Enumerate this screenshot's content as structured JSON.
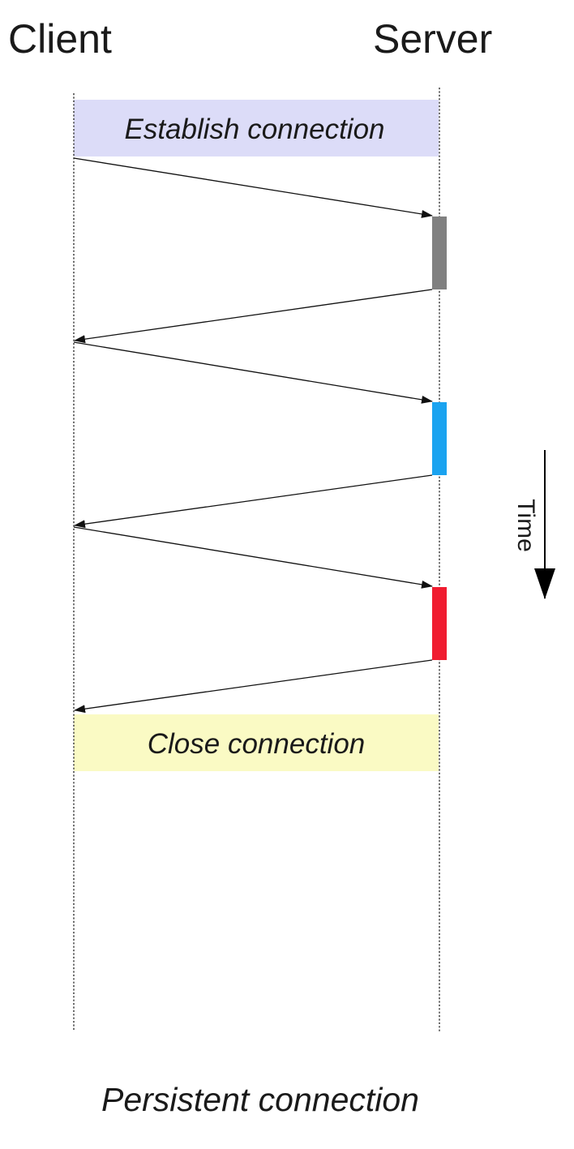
{
  "participants": {
    "client": "Client",
    "server": "Server"
  },
  "phases": {
    "establish": "Establish connection",
    "close": "Close connection"
  },
  "time_label": "Time",
  "caption": "Persistent connection",
  "colors": {
    "establish_fill": "#dcdcf8",
    "close_fill": "#fafac4",
    "processing": [
      "#808080",
      "#1aa3f0",
      "#f01c30"
    ],
    "arrow": "#111111"
  },
  "messages": [
    {
      "from": "client",
      "to": "server"
    },
    {
      "from": "server",
      "to": "client"
    },
    {
      "from": "client",
      "to": "server"
    },
    {
      "from": "server",
      "to": "client"
    },
    {
      "from": "client",
      "to": "server"
    },
    {
      "from": "server",
      "to": "client"
    }
  ]
}
